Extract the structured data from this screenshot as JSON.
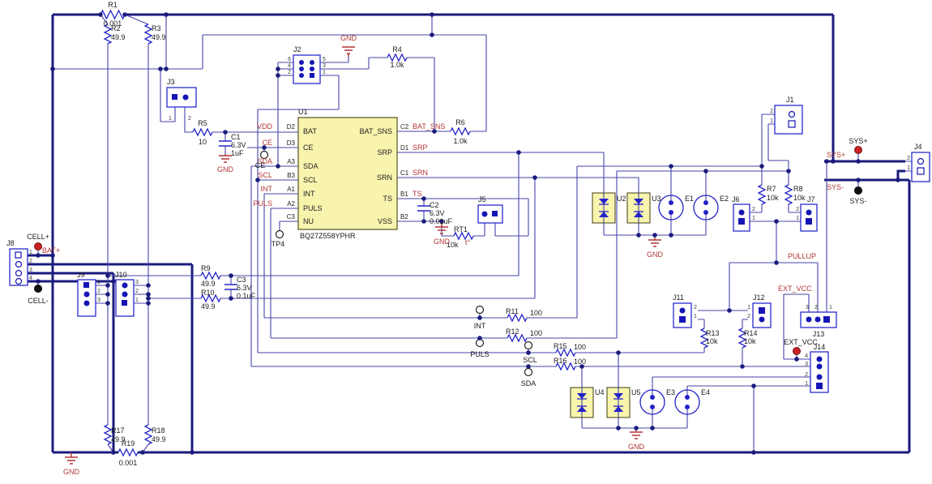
{
  "schematic": {
    "u1": {
      "ref": "U1",
      "part": "BQ27Z558YPHR",
      "pins_left": [
        {
          "name": "BAT",
          "num": "D2",
          "net": "VDD"
        },
        {
          "name": "CE",
          "num": "D3",
          "net": "CE"
        },
        {
          "name": "SDA",
          "num": "A3",
          "net": "SDA"
        },
        {
          "name": "SCL",
          "num": "B3",
          "net": "SCL"
        },
        {
          "name": "INT",
          "num": "A1",
          "net": "INT"
        },
        {
          "name": "PULS",
          "num": "A2",
          "net": "PULS"
        },
        {
          "name": "NU",
          "num": "C3",
          "net": ""
        }
      ],
      "pins_right": [
        {
          "name": "BAT_SNS",
          "num": "C2",
          "net": "BAT_SNS"
        },
        {
          "name": "SRP",
          "num": "D1",
          "net": "SRP"
        },
        {
          "name": "SRN",
          "num": "C1",
          "net": "SRN"
        },
        {
          "name": "TS",
          "num": "B1",
          "net": "TS"
        },
        {
          "name": "VSS",
          "num": "B2",
          "net": ""
        }
      ]
    },
    "resistors": {
      "R1": {
        "ref": "R1",
        "value": "0.001"
      },
      "R2": {
        "ref": "R2",
        "value": "49.9"
      },
      "R3": {
        "ref": "R3",
        "value": "49.9"
      },
      "R4": {
        "ref": "R4",
        "value": "1.0k"
      },
      "R5": {
        "ref": "R5",
        "value": "10"
      },
      "R6": {
        "ref": "R6",
        "value": "1.0k"
      },
      "R7": {
        "ref": "R7",
        "value": "10k"
      },
      "R8": {
        "ref": "R8",
        "value": "10k"
      },
      "R9": {
        "ref": "R9",
        "value": "49.9"
      },
      "R10": {
        "ref": "R10",
        "value": "49.9"
      },
      "R11": {
        "ref": "R11",
        "value": "100"
      },
      "R12": {
        "ref": "R12",
        "value": "100"
      },
      "R13": {
        "ref": "R13",
        "value": "10k"
      },
      "R14": {
        "ref": "R14",
        "value": "10k"
      },
      "R15": {
        "ref": "R15",
        "value": "100"
      },
      "R16": {
        "ref": "R16",
        "value": "100"
      },
      "R17": {
        "ref": "R17",
        "value": "49.9"
      },
      "R18": {
        "ref": "R18",
        "value": "49.9"
      },
      "R19": {
        "ref": "R19",
        "value": "0.001"
      },
      "RT1": {
        "ref": "RT1",
        "value": "10k",
        "marking": "t°"
      }
    },
    "capacitors": {
      "C1": {
        "ref": "C1",
        "voltage": "6.3V",
        "value": "1uF"
      },
      "C2": {
        "ref": "C2",
        "voltage": "6.3V",
        "value": "0.01uF"
      },
      "C3": {
        "ref": "C3",
        "voltage": "6.3V",
        "value": "0.1uF"
      }
    },
    "suppressors": {
      "U2": {
        "ref": "U2"
      },
      "U3": {
        "ref": "U3"
      },
      "U4": {
        "ref": "U4"
      },
      "U5": {
        "ref": "U5"
      },
      "E1": {
        "ref": "E1"
      },
      "E2": {
        "ref": "E2"
      },
      "E3": {
        "ref": "E3"
      },
      "E4": {
        "ref": "E4"
      }
    },
    "connectors": {
      "J1": {
        "ref": "J1",
        "pins": [
          "2",
          "1"
        ]
      },
      "J2": {
        "ref": "J2",
        "pins_left": [
          "6",
          "4",
          "2"
        ],
        "pins_right": [
          "5",
          "3",
          "1"
        ]
      },
      "J3": {
        "ref": "J3",
        "pins": [
          "1",
          "2"
        ]
      },
      "J4": {
        "ref": "J4",
        "pins": [
          "2",
          "1"
        ]
      },
      "J5": {
        "ref": "J5"
      },
      "J6": {
        "ref": "J6",
        "pins": [
          "2",
          "1"
        ]
      },
      "J7": {
        "ref": "J7",
        "pins": [
          "2",
          "1"
        ]
      },
      "J8": {
        "ref": "J8",
        "pins": [
          "1",
          "2",
          "3",
          "4"
        ]
      },
      "J9": {
        "ref": "J9",
        "pins": [
          "1",
          "2",
          "3"
        ]
      },
      "J10": {
        "ref": "J10",
        "pins": [
          "3",
          "2",
          "1"
        ]
      },
      "J11": {
        "ref": "J11",
        "pins": [
          "2",
          "1"
        ]
      },
      "J12": {
        "ref": "J12",
        "pins": [
          "1",
          "2"
        ]
      },
      "J13": {
        "ref": "J13",
        "pins": [
          "3",
          "2",
          "1"
        ]
      },
      "J14": {
        "ref": "J14",
        "pins": [
          "4",
          "3",
          "2",
          "1"
        ]
      }
    },
    "testpoints": {
      "cell_plus": "CELL+",
      "cell_minus": "CELL-",
      "sys_plus": "SYS+",
      "sys_minus": "SYS-",
      "ext_vcc": "EXT_VCC",
      "ce": "CE",
      "int": "INT",
      "puls": "PULS",
      "scl": "SCL",
      "sda": "SDA",
      "tp4": "TP4"
    },
    "net_labels": {
      "gnd": "GND",
      "bat_plus": "BAT+",
      "sys_plus": "SYS+",
      "sys_minus": "SYS-",
      "pullup": "PULLUP",
      "ext_vcc": "EXT_VCC"
    }
  }
}
